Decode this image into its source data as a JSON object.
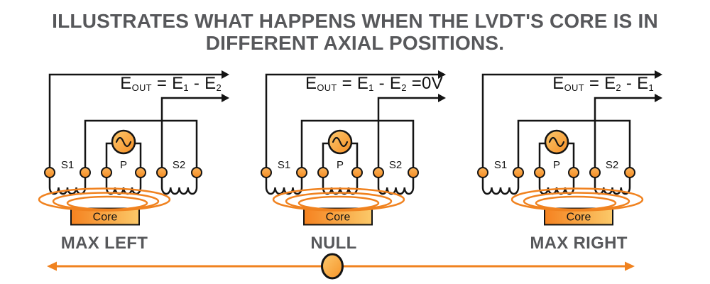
{
  "title": {
    "line1": "ILLUSTRATES WHAT HAPPENS WHEN THE LVDT'S CORE IS IN",
    "line2": "DIFFERENT AXIAL POSITIONS."
  },
  "circuits": [
    {
      "name": "max-left",
      "caption": "MAX LEFT",
      "formula": [
        {
          "t": "E"
        },
        {
          "t": "OUT",
          "sub": true
        },
        {
          "t": " = E"
        },
        {
          "t": "1",
          "sub": true
        },
        {
          "t": " - E"
        },
        {
          "t": "2",
          "sub": true
        }
      ],
      "labels": {
        "s1": "S1",
        "p": "P",
        "s2": "S2"
      },
      "core": "Core",
      "core_position": "left"
    },
    {
      "name": "null",
      "caption": "NULL",
      "formula": [
        {
          "t": "E"
        },
        {
          "t": "OUT",
          "sub": true
        },
        {
          "t": " = E"
        },
        {
          "t": "1",
          "sub": true
        },
        {
          "t": " - E"
        },
        {
          "t": "2",
          "sub": true
        },
        {
          "t": " =0V"
        }
      ],
      "labels": {
        "s1": "S1",
        "p": "P",
        "s2": "S2"
      },
      "core": "Core",
      "core_position": "center"
    },
    {
      "name": "max-right",
      "caption": "MAX RIGHT",
      "formula": [
        {
          "t": "E"
        },
        {
          "t": "OUT",
          "sub": true
        },
        {
          "t": " = E"
        },
        {
          "t": "2",
          "sub": true
        },
        {
          "t": " - E"
        },
        {
          "t": "1",
          "sub": true
        }
      ],
      "labels": {
        "s1": "S1",
        "p": "P",
        "s2": "S2"
      },
      "core": "Core",
      "core_position": "right"
    }
  ],
  "colors": {
    "label_gray": "#57585B",
    "wire_black": "#141414",
    "flux_orange": "#F0821F",
    "axis_orange": "#F0821F",
    "core_gradient_left": "#F58220",
    "core_gradient_right": "#FBC969"
  }
}
